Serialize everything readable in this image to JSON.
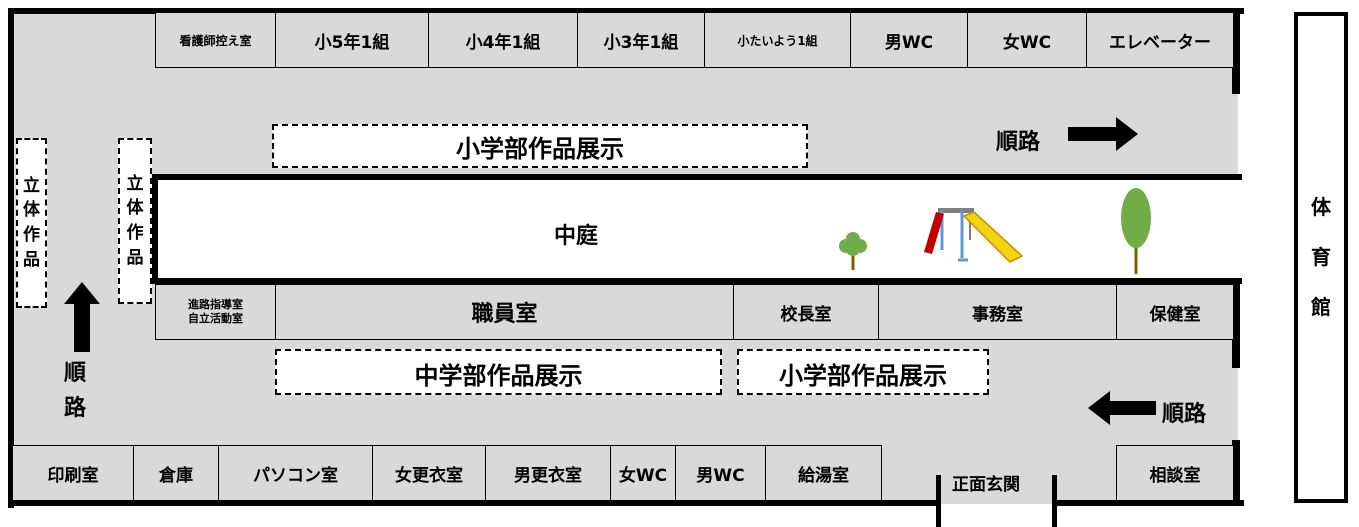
{
  "top_rooms": [
    "看護師控え室",
    "小5年1組",
    "小4年1組",
    "小3年1組",
    "小たいよう1組",
    "男WC",
    "女WC",
    "エレベーター"
  ],
  "middle_rooms": [
    "進路指導室\n自立活動室",
    "職員室",
    "校長室",
    "事務室",
    "保健室"
  ],
  "bottom_rooms": [
    "印刷室",
    "倉庫",
    "パソコン室",
    "女更衣室",
    "男更衣室",
    "女WC",
    "男WC",
    "給湯室",
    "相談室"
  ],
  "courtyard": "中庭",
  "entrance": "正面玄関",
  "gym": "体\n\n育\n\n館",
  "route_label": "順路",
  "route_vertical": "順\n路",
  "exhibits": {
    "elementary_upper": "小学部作品展示",
    "junior_high": "中学部作品展示",
    "elementary_lower": "小学部作品展示",
    "solid_left": "立\n体\n作\n品",
    "solid_right": "立\n体\n作\n品"
  },
  "colors": {
    "corridor": "#d9d9d9",
    "wall": "#000000",
    "tree": "#70ad47",
    "slide_yellow": "#f5d311",
    "slide_red": "#c00000"
  }
}
